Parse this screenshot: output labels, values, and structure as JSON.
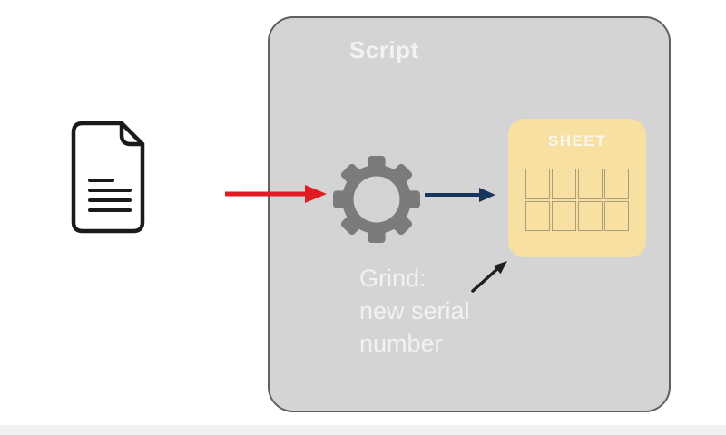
{
  "diagram": {
    "document_icon": {
      "name": "document-icon",
      "stroke_color": "#1a1a1a"
    },
    "script_box": {
      "label": "Script",
      "bg_color": "#d4d4d4",
      "border_color": "#606060",
      "caption": "Grind:\nnew serial\nnumber",
      "gear_icon": "gear-icon",
      "gear_color": "#7b7b7b",
      "text_color": "#f2f2f2"
    },
    "sheet_box": {
      "label": "SHEET",
      "bg_color": "#f8e0a2",
      "label_color": "#fbf7ec",
      "grid": {
        "rows": 2,
        "cols": 4,
        "line_color": "#a89f7a"
      }
    },
    "arrows": [
      {
        "name": "input-arrow",
        "color": "#e11b22",
        "from": "document",
        "to": "gear"
      },
      {
        "name": "output-arrow",
        "color": "#17365e",
        "from": "gear",
        "to": "sheet"
      },
      {
        "name": "annotation-arrow",
        "color": "#1f1f1f",
        "from": "caption",
        "to": "sheet"
      }
    ]
  }
}
